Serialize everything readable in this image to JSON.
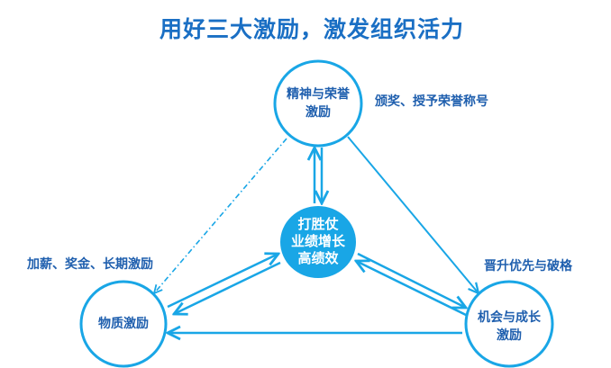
{
  "title": "用好三大激励，激发组织活力",
  "nodes": {
    "top": {
      "line1": "精神与荣誉",
      "line2": "激励"
    },
    "center": {
      "line1": "打胜仗",
      "line2": "业绩增长",
      "line3": "高绩效"
    },
    "left": {
      "line1": "物质激励"
    },
    "right": {
      "line1": "机会与成长",
      "line2": "激励"
    }
  },
  "notes": {
    "top": "颁奖、授予荣誉称号",
    "left": "加薪、奖金、长期激励",
    "right": "晋升优先与破格"
  },
  "colors": {
    "stroke": "#19a6e6",
    "fill": "#19a6e6",
    "text": "#1f5fae"
  }
}
